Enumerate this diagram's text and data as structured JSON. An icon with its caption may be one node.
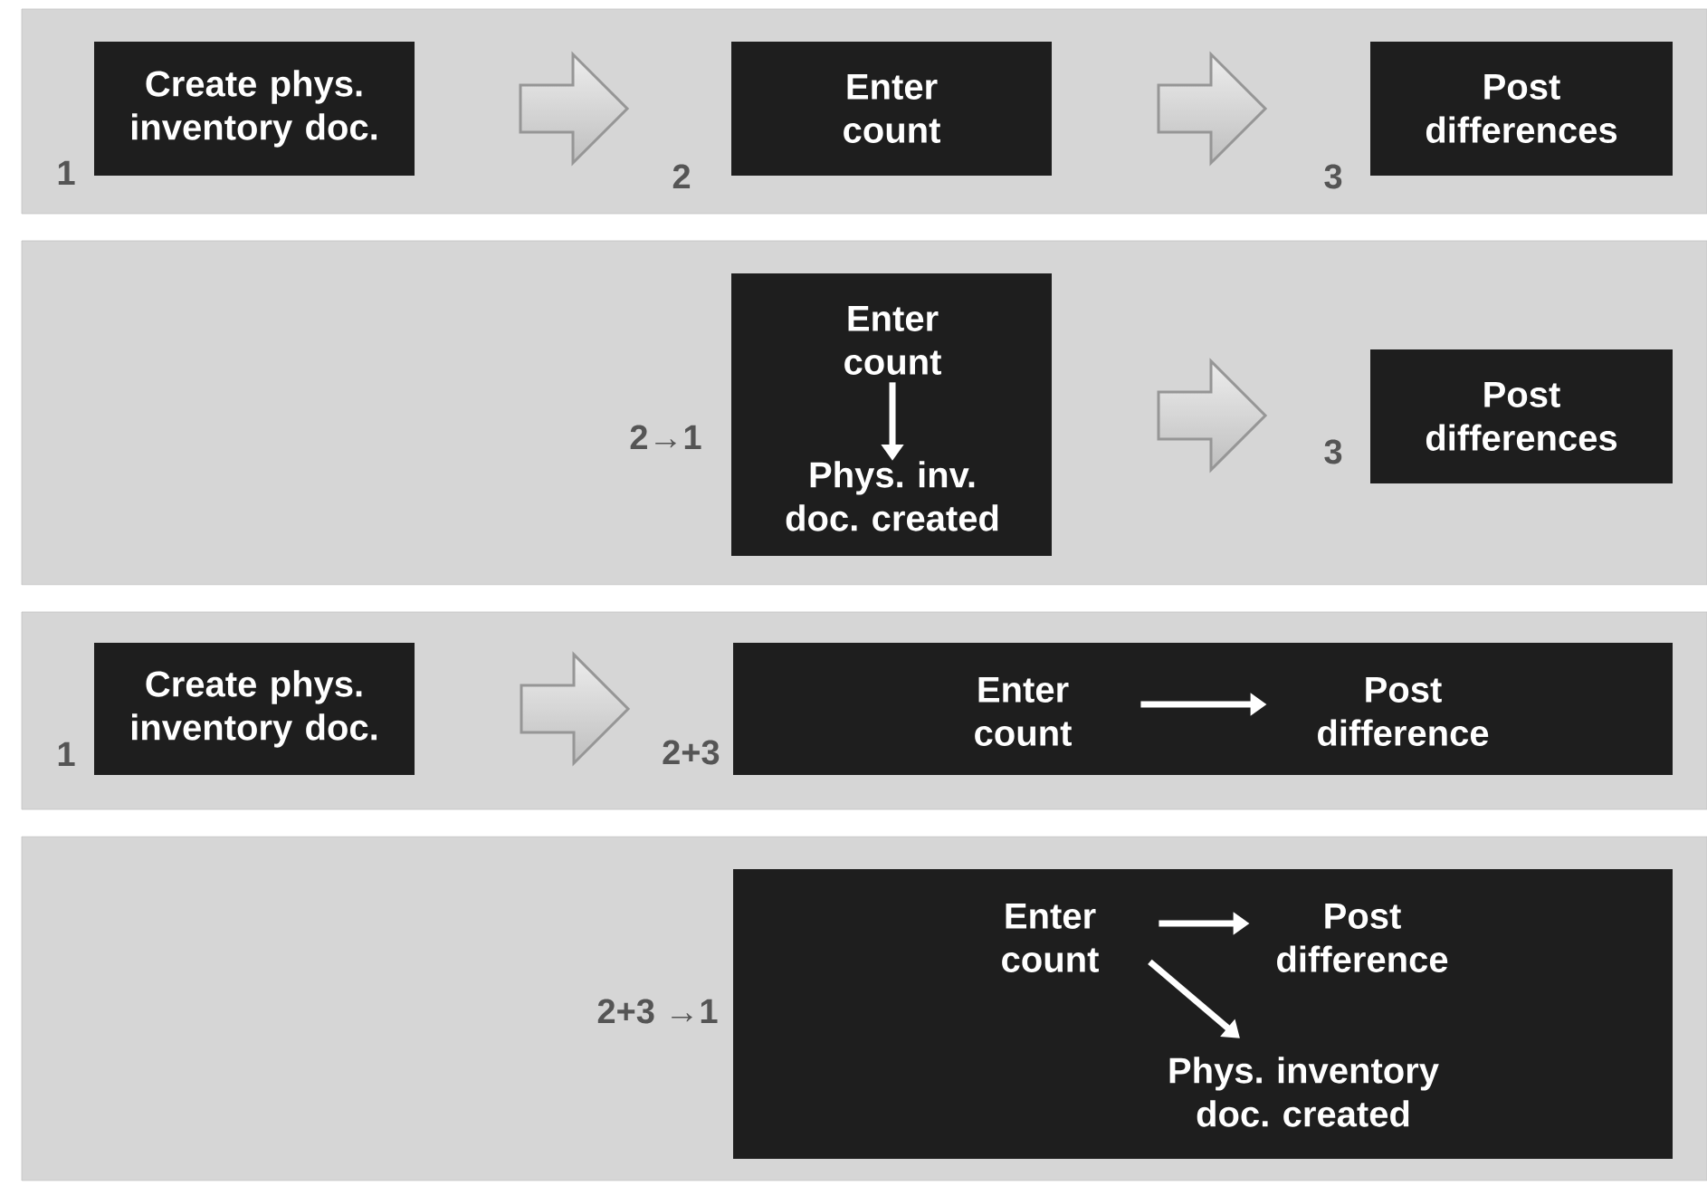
{
  "diagram": {
    "nodes": [
      {
        "text": [],
        "shape": "band"
      },
      {
        "text": [
          "Create phys. inventory doc."
        ],
        "in": 0,
        "beside": [
          "1"
        ]
      },
      {
        "text": [
          "Enter count"
        ],
        "in": 0,
        "beside": [
          "2"
        ]
      },
      {
        "text": [
          "Post differences"
        ],
        "in": 0,
        "beside": [
          "3"
        ]
      },
      {
        "text": [],
        "shape": "band"
      },
      {
        "text": [],
        "shape": "box",
        "in": 4,
        "beside": [
          "2→1"
        ]
      },
      {
        "text": [
          "Enter count"
        ],
        "in": 5
      },
      {
        "text": [
          "Phys. inv. doc. created"
        ],
        "in": 5
      },
      {
        "text": [
          "Post differences"
        ],
        "in": 4,
        "beside": [
          "3"
        ]
      },
      {
        "text": [],
        "shape": "band"
      },
      {
        "text": [
          "Create phys. inventory doc."
        ],
        "in": 9,
        "beside": [
          "1"
        ]
      },
      {
        "text": [],
        "shape": "box",
        "in": 9,
        "beside": [
          "2+3"
        ]
      },
      {
        "text": [
          "Enter count"
        ],
        "in": 11
      },
      {
        "text": [
          "Post difference"
        ],
        "in": 11
      },
      {
        "text": [],
        "shape": "band"
      },
      {
        "text": [],
        "shape": "box",
        "in": 14,
        "beside": [
          "2+3 →1"
        ]
      },
      {
        "text": [
          "Enter count"
        ],
        "in": 15
      },
      {
        "text": [
          "Post difference"
        ],
        "in": 15
      },
      {
        "text": [
          "Phys. inventory doc. created"
        ],
        "in": 15
      }
    ],
    "edges": [
      {
        "from": 1,
        "to": 2,
        "arrow": "to"
      },
      {
        "from": 2,
        "to": 3,
        "arrow": "to"
      },
      {
        "from": 6,
        "to": 7,
        "arrow": "to",
        "color": "#ffffff"
      },
      {
        "from": 5,
        "to": 8,
        "arrow": "to"
      },
      {
        "from": 10,
        "to": 11,
        "arrow": "to"
      },
      {
        "from": 12,
        "to": 13,
        "arrow": "to",
        "color": "#ffffff"
      },
      {
        "from": 16,
        "to": 17,
        "arrow": "to",
        "color": "#ffffff"
      },
      {
        "from": 16,
        "to": 18,
        "arrow": "to",
        "color": "#ffffff"
      }
    ]
  }
}
